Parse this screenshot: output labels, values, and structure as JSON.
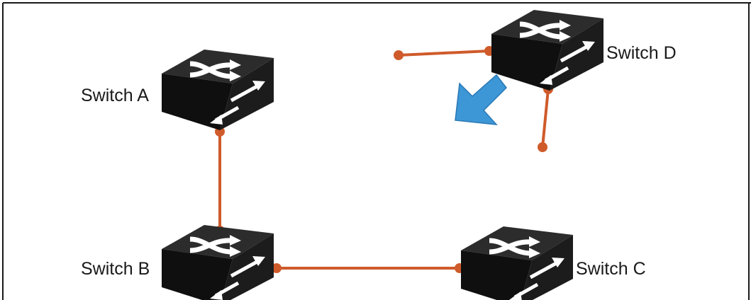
{
  "diagram": {
    "switches": [
      {
        "id": "A",
        "label": "Switch A"
      },
      {
        "id": "B",
        "label": "Switch B"
      },
      {
        "id": "C",
        "label": "Switch C"
      },
      {
        "id": "D",
        "label": "Switch D"
      }
    ],
    "links": [
      {
        "from": "A",
        "to": "B"
      },
      {
        "from": "B",
        "to": "C"
      },
      {
        "from": "D",
        "to": "open-end-left"
      },
      {
        "from": "D",
        "to": "open-end-bottom"
      }
    ],
    "colors": {
      "link": "#cf5b2b",
      "switch_top": "#2c2c2c",
      "switch_front": "#0f0f0f",
      "switch_side": "#1c1c1c",
      "arrow": "#3d97d6",
      "frame": "#1a1a1a"
    },
    "icons": [
      "switch-icon",
      "move-arrow-icon"
    ]
  }
}
